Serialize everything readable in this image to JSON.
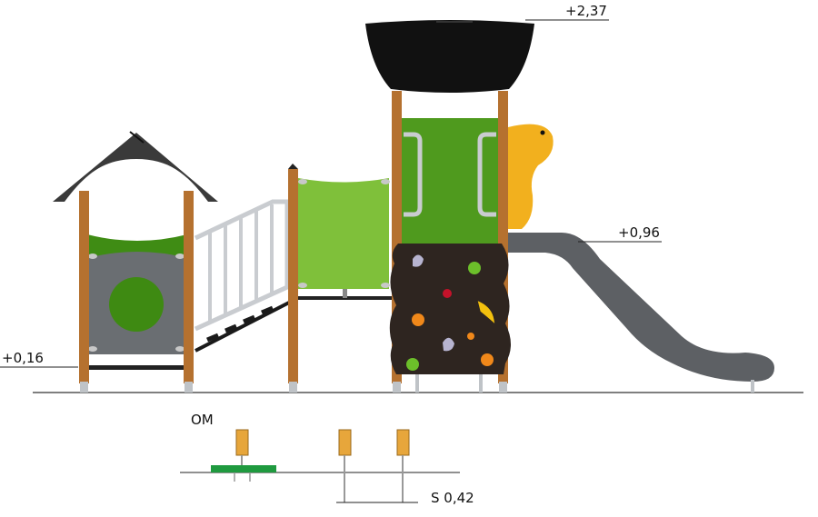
{
  "elevations": {
    "roof_top": "+2,37",
    "slide_platform": "+0,96",
    "house_floor": "+0,16"
  },
  "foundation": {
    "title": "OM",
    "depth": "S 0,42"
  },
  "colors": {
    "post": "#b5712f",
    "panel_green": "#4f9a1e",
    "panel_green_light": "#7fc03a",
    "roof": "#111111",
    "house_roof": "#3a3a3a",
    "house_wall": "#6a6e72",
    "slide": "#5d6064",
    "climbing_wall": "#2e2520",
    "rail": "#c9ccd0",
    "mascot": "#f2b01e",
    "footing": "#e7a63b",
    "ground_pad": "#1f9a3f"
  },
  "climbing_holds": [
    "grey",
    "green",
    "red",
    "orange",
    "yellow",
    "orange",
    "grey",
    "orange",
    "green"
  ]
}
